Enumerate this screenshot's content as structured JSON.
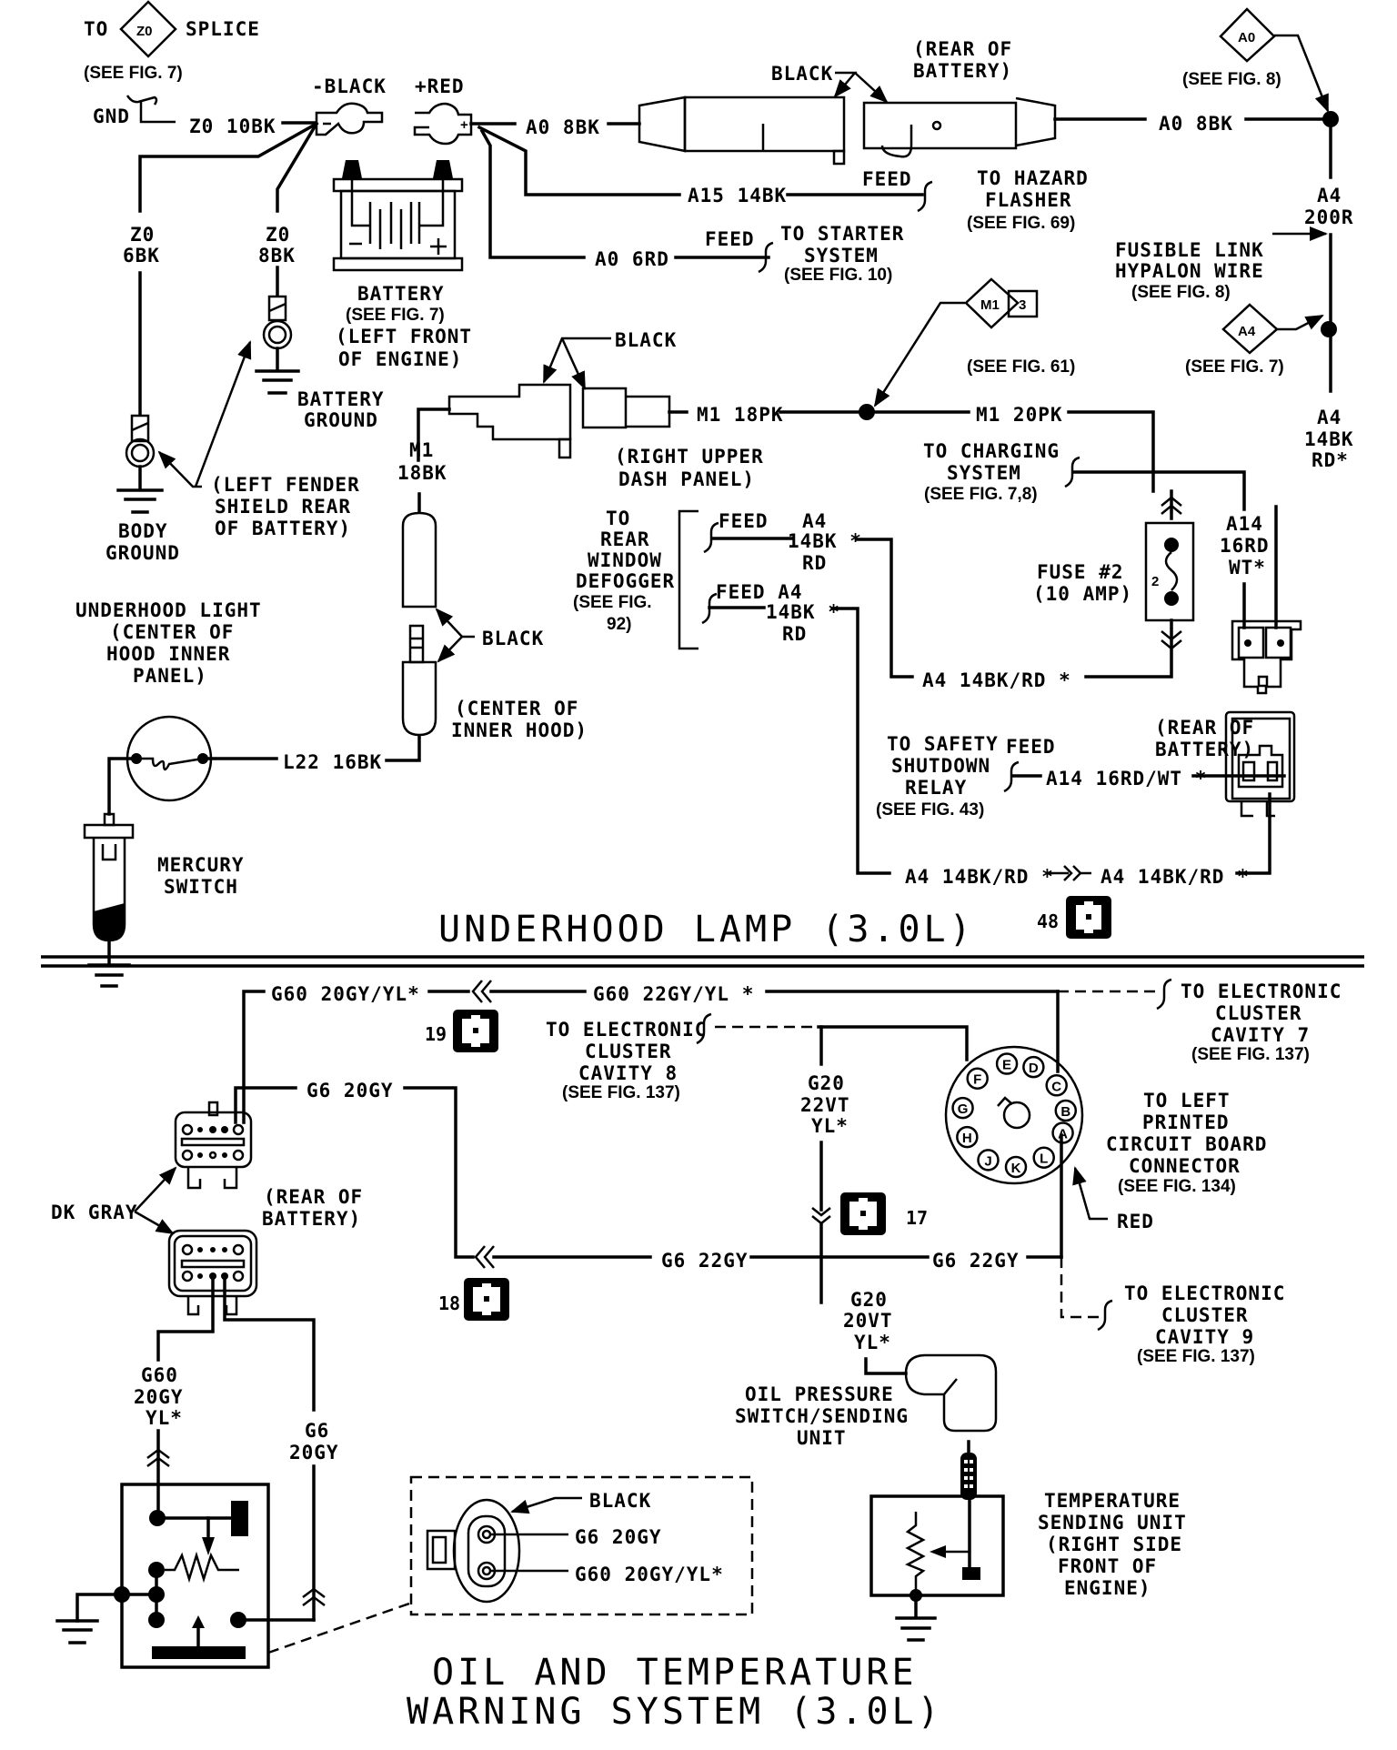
{
  "colors": {
    "ink": "#000000",
    "paper": "#ffffff"
  },
  "sections": {
    "underhood": {
      "title": "UNDERHOOD LAMP (3.0L)",
      "page_badge": "48",
      "labels": {
        "to_z0": "TO",
        "z0_diamond": "Z0",
        "splice": "SPLICE",
        "see_fig7_a": "(SEE FIG. 7)",
        "gnd": "GND",
        "z0_10bk": "Z0 10BK",
        "neg_black": "-BLACK",
        "pos_red": "+RED",
        "z0_6bk_1": "Z0",
        "z0_6bk_2": "6BK",
        "z0_8bk_1": "Z0",
        "z0_8bk_2": "8BK",
        "battery_1": "BATTERY",
        "battery_2": "(SEE FIG. 7)",
        "battery_3": "(LEFT FRONT",
        "battery_4": "OF ENGINE)",
        "batt_ground_1": "BATTERY",
        "batt_ground_2": "GROUND",
        "body_ground_1": "BODY",
        "body_ground_2": "GROUND",
        "left_fender_1": "(LEFT FENDER",
        "left_fender_2": "SHIELD REAR",
        "left_fender_3": "OF BATTERY)",
        "a0_8bk_left": "A0 8BK",
        "black_flasher": "BLACK",
        "rear_batt_1": "(REAR OF",
        "rear_batt_2": "BATTERY)",
        "a0_8bk_right": "A0 8BK",
        "a0_diamond": "A0",
        "see_fig8_a": "(SEE FIG. 8)",
        "a15_14bk": "A15 14BK",
        "feed_hazard": "FEED",
        "hazard_1": "TO HAZARD",
        "hazard_2": "FLASHER",
        "hazard_3": "(SEE FIG. 69)",
        "a0_6rd": "A0 6RD",
        "feed_starter": "FEED",
        "starter_1": "TO STARTER",
        "starter_2": "SYSTEM",
        "starter_3": "(SEE FIG. 10)",
        "a4_200r_1": "A4",
        "a4_200r_2": "200R",
        "fusible_1": "FUSIBLE LINK",
        "fusible_2": "HYPALON WIRE",
        "fusible_3": "(SEE FIG. 8)",
        "a4_diamond": "A4",
        "see_fig7_b": "(SEE FIG. 7)",
        "m1_diamond": "M1",
        "m1_box": "3",
        "see_fig61": "(SEE FIG. 61)",
        "black_dash": "BLACK",
        "m1_18pk": "M1 18PK",
        "m1_20pk": "M1 20PK",
        "right_upper_1": "(RIGHT UPPER",
        "right_upper_2": "DASH PANEL)",
        "charging_1": "TO CHARGING",
        "charging_2": "SYSTEM",
        "charging_3": "(SEE FIG. 7,8)",
        "a4_14bk_rd_1": "A4",
        "a4_14bk_rd_2": "14BK",
        "a4_14bk_rd_3": "RD*",
        "a14_1": "A14",
        "a14_2": "16RD",
        "a14_3": "WT*",
        "m1_18bk_1": "M1",
        "m1_18bk_2": "18BK",
        "defog_1": "TO",
        "defog_2": "REAR",
        "defog_3": "WINDOW",
        "defog_4": "DEFOGGER",
        "defog_5": "(SEE FIG.",
        "defog_6": "92)",
        "feed_defog_1": "FEED",
        "defog_w1_1": "A4",
        "defog_w1_2": "14BK *",
        "defog_w1_3": "RD",
        "feed_defog_2": "FEED A4",
        "defog_w2_2": "14BK *",
        "defog_w2_3": "RD",
        "fuse_1": "FUSE #2",
        "fuse_2": "(10 AMP)",
        "fuse_num": "2",
        "a4_14bkrd_fuse": "A4 14BK/RD *",
        "underhood_light_1": "UNDERHOOD LIGHT",
        "underhood_light_2": "(CENTER OF",
        "underhood_light_3": "HOOD INNER",
        "underhood_light_4": "PANEL)",
        "black_hood": "BLACK",
        "center_inner_1": "(CENTER OF",
        "center_inner_2": "INNER HOOD)",
        "l22_16bk": "L22 16BK",
        "mercury_1": "MERCURY",
        "mercury_2": "SWITCH",
        "safety_1": "TO SAFETY",
        "safety_2": "SHUTDOWN",
        "safety_3": "RELAY",
        "safety_4": "(SEE FIG. 43)",
        "feed_safety": "FEED",
        "a14_16rdwt": "A14 16RD/WT *",
        "rear_batt_relay_1": "(REAR OF",
        "rear_batt_relay_2": "BATTERY)",
        "a4_bottom_left": "A4 14BK/RD *",
        "a4_bottom_right": "A4 14BK/RD *"
      }
    },
    "oil_temp": {
      "title_line1": "OIL AND TEMPERATURE",
      "title_line2": "WARNING SYSTEM (3.0L)",
      "badges": {
        "b19": "19",
        "b18": "18",
        "b17": "17"
      },
      "labels": {
        "g60_20gyyl": "G60 20GY/YL*",
        "g60_22gyyl": "G60 22GY/YL *",
        "cl7_1": "TO ELECTRONIC",
        "cl7_2": "CLUSTER",
        "cl7_3": "CAVITY 7",
        "cl7_4": "(SEE FIG. 137)",
        "g6_20gy": "G6 20GY",
        "cl8_1": "TO ELECTRONIC",
        "cl8_2": "CLUSTER",
        "cl8_3": "CAVITY 8",
        "cl8_4": "(SEE FIG. 137)",
        "g20_22_1": "G20",
        "g20_22_2": "22VT",
        "g20_22_3": "YL*",
        "pcb_1": "TO LEFT",
        "pcb_2": "PRINTED",
        "pcb_3": "CIRCUIT BOARD",
        "pcb_4": "CONNECTOR",
        "pcb_5": "(SEE FIG. 134)",
        "red": "RED",
        "dk_gray": "DK GRAY",
        "rear_batt_1": "(REAR OF",
        "rear_batt_2": "BATTERY)",
        "g6_22gy_left": "G6 22GY",
        "g6_22gy_right": "G6 22GY",
        "cl9_1": "TO ELECTRONIC",
        "cl9_2": "CLUSTER",
        "cl9_3": "CAVITY 9",
        "cl9_4": "(SEE FIG. 137)",
        "g20_20_1": "G20",
        "g20_20_2": "20VT",
        "g20_20_3": "YL*",
        "g60_v_1": "G60",
        "g60_v_2": "20GY",
        "g60_v_3": "YL*",
        "g6_v_1": "G6",
        "g6_v_2": "20GY",
        "oil_1": "OIL PRESSURE",
        "oil_2": "SWITCH/SENDING",
        "oil_3": "UNIT",
        "black_inset": "BLACK",
        "inset_g6": "G6 20GY",
        "inset_g60": "G60 20GY/YL*",
        "temp_1": "TEMPERATURE",
        "temp_2": "SENDING UNIT",
        "temp_3": "(RIGHT SIDE",
        "temp_4": "FRONT OF",
        "temp_5": "ENGINE)"
      },
      "pcb_pins": [
        "A",
        "B",
        "C",
        "D",
        "E",
        "F",
        "G",
        "H",
        "J",
        "K",
        "L"
      ]
    }
  }
}
